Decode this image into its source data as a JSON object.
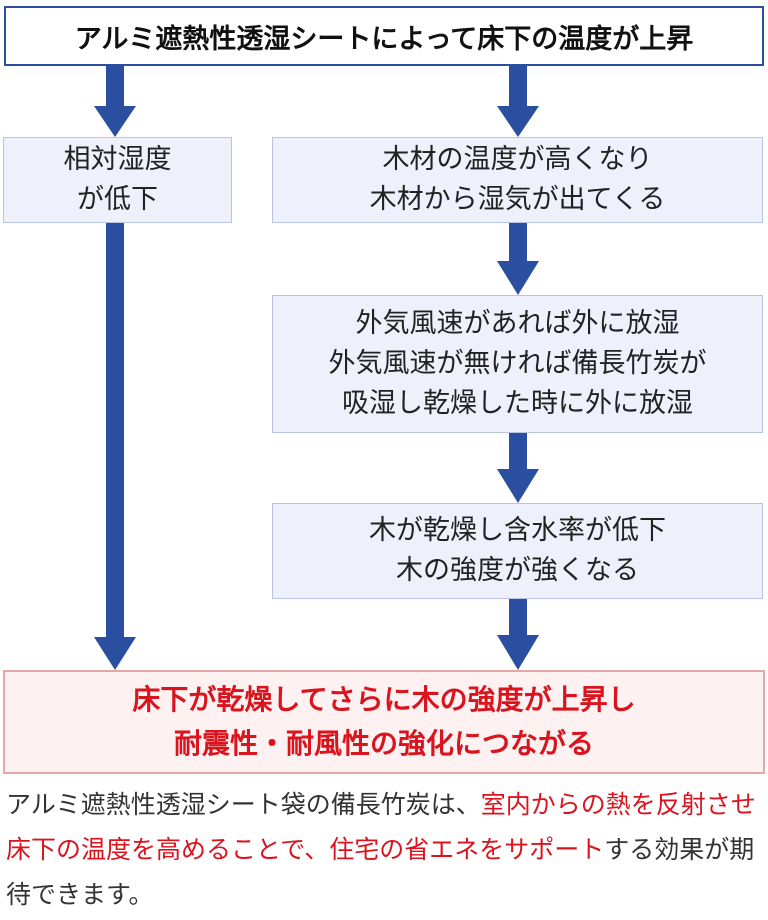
{
  "diagram": {
    "title": "アルミ遮熱性透湿シートによって床下の温度が上昇",
    "left_box": [
      "相対湿度",
      "が低下"
    ],
    "right_box_1": [
      "木材の温度が高くなり",
      "木材から湿気が出てくる"
    ],
    "right_box_2": [
      "外気風速があれば外に放湿",
      "外気風速が無ければ備長竹炭が",
      "吸湿し乾燥した時に外に放湿"
    ],
    "right_box_3": [
      "木が乾燥し含水率が低下",
      "木の強度が強くなる"
    ],
    "result": [
      "床下が乾燥してさらに木の強度が上昇し",
      "耐震性・耐風性の強化につながる"
    ]
  },
  "note": {
    "part1": "アルミ遮熱性透湿シート袋の備長竹炭は、",
    "part2_red": "室内からの熱を反射させ床下の温度を高めることで、住宅の省エネをサポート",
    "part3": "する効果が期待できます。"
  },
  "colors": {
    "arrow": "#2a4ea0",
    "accent_red": "#d9141e",
    "box_fill": "#eef1fb",
    "result_fill": "#fdf1f1"
  }
}
